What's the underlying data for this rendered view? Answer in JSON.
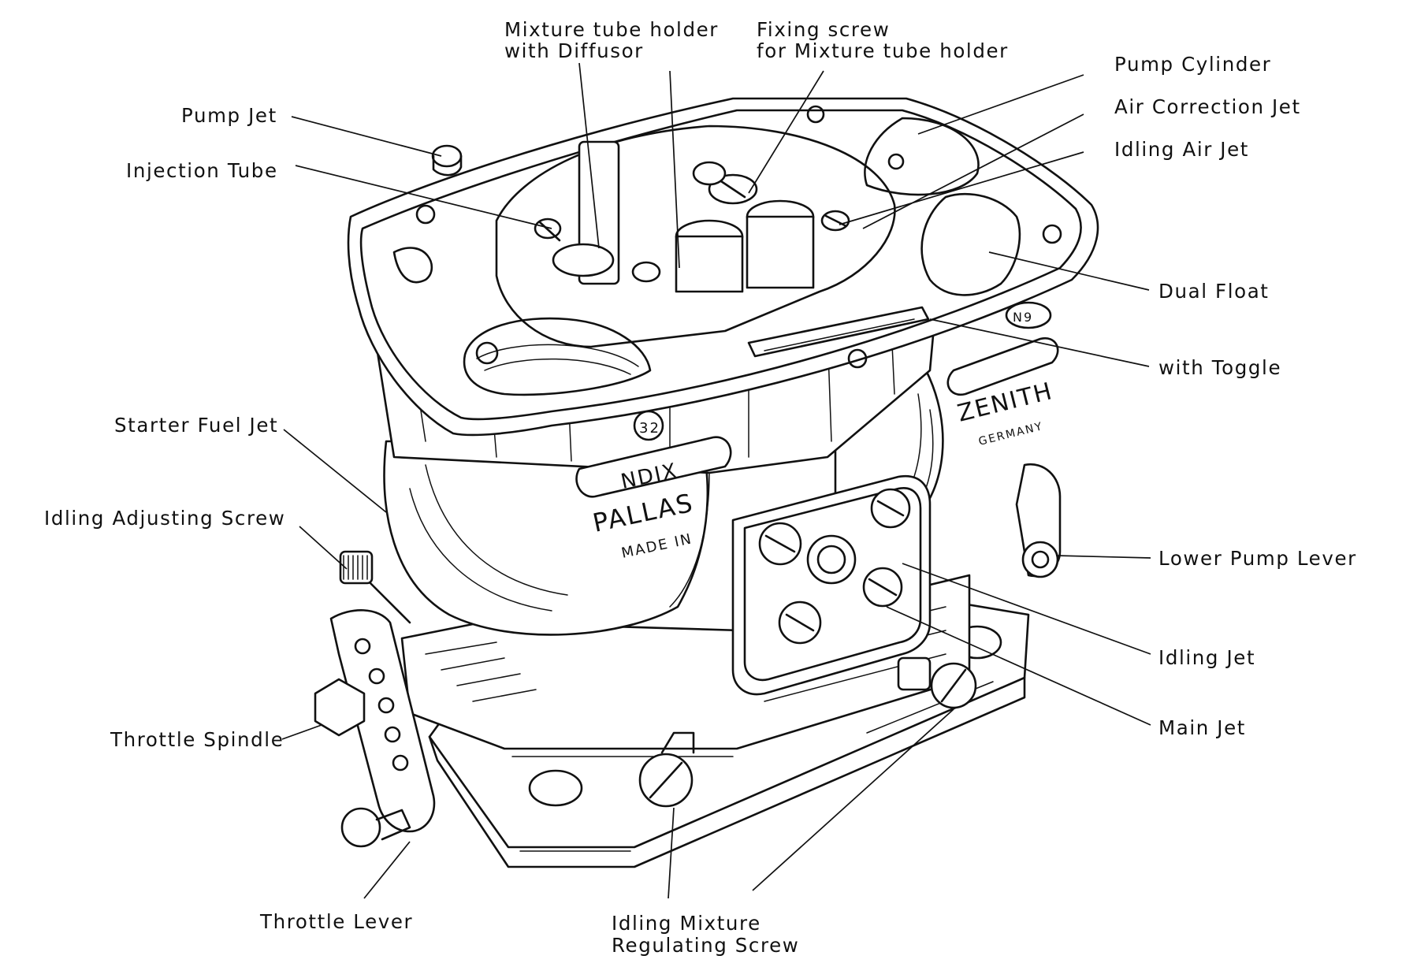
{
  "labels": {
    "mixture_tube_holder": [
      "Mixture tube holder",
      "with Diffusor"
    ],
    "fixing_screw": [
      "Fixing screw",
      "for Mixture tube holder"
    ],
    "pump_cylinder": "Pump Cylinder",
    "air_correction_jet": "Air Correction Jet",
    "idling_air_jet": "Idling Air Jet",
    "pump_jet": "Pump Jet",
    "injection_tube": "Injection Tube",
    "dual_float": "Dual Float",
    "with_toggle": "with Toggle",
    "starter_fuel_jet": "Starter Fuel Jet",
    "idling_adjusting_screw": "Idling Adjusting Screw",
    "lower_pump_lever": "Lower Pump Lever",
    "idling_jet": "Idling Jet",
    "main_jet": "Main Jet",
    "throttle_spindle": "Throttle Spindle",
    "throttle_lever": "Throttle Lever",
    "idling_mixture_regulating_screw": [
      "Idling Mixture",
      "Regulating Screw"
    ]
  },
  "stamps": {
    "zenith": "ZENITH",
    "germany": "GERMANY",
    "ndix": "NDIX",
    "pallas": "PALLAS",
    "made_in": "MADE IN",
    "size_32": "32",
    "no": "N9"
  }
}
